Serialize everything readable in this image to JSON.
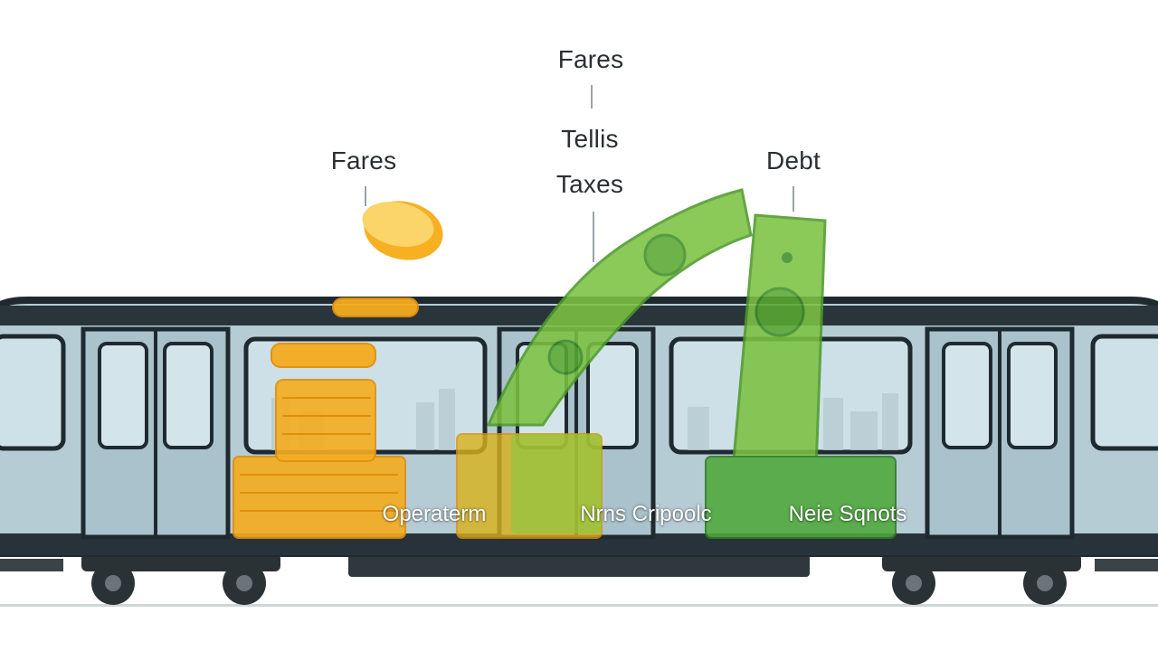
{
  "labels": {
    "fares_left": "Fares",
    "fares_top": "Fares",
    "tells": "Tellis",
    "taxes": "Taxes",
    "debt": "Debt"
  },
  "train_labels": {
    "operations": "Operaterm",
    "new_capital": "Nrns Cripoolc",
    "new_systems": "Neie Sqnots"
  },
  "colors": {
    "train_body": "#aec6cf",
    "train_frame": "#1f2a30",
    "window_glass": "#c8dde5",
    "coins": "#f3a91b",
    "bills": "#7cc242",
    "bills_dark": "#3f8f2a"
  }
}
